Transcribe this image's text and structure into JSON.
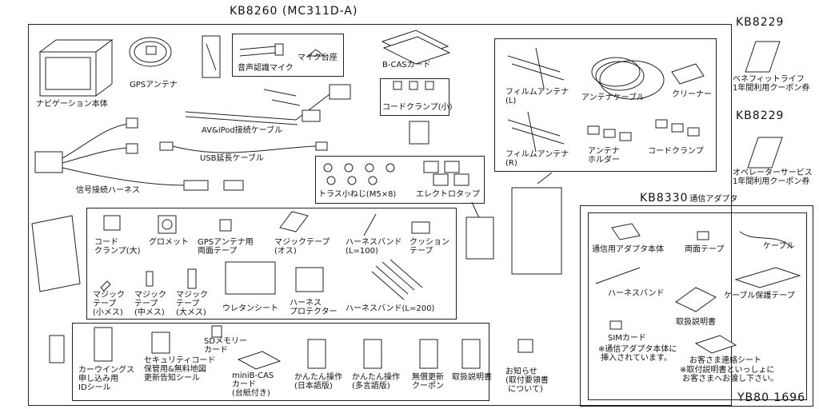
{
  "main_title": "KB8260 (MC311D-A)",
  "kb8229_a": {
    "code": "KB8229",
    "desc": "ベネフィットライフ\n1年間利用クーポン券"
  },
  "kb8229_b": {
    "code": "KB8229",
    "desc": "オペレーターサービス\n1年間利用クーポン券"
  },
  "kb8330": {
    "code": "KB8330",
    "suffix": "通信アダプタ"
  },
  "footer_code": "YB80 1696",
  "parts": {
    "nav_unit": "ナビゲーション本体",
    "gps_antenna": "GPSアンテナ",
    "voice_mic": "音声認識マイク",
    "mic_stand": "マイク台座",
    "bcas_card": "B-CASカード",
    "av_cable": "AV&iPod接続ケーブル",
    "usb_cable": "USB延長ケーブル",
    "signal_harness": "信号接続ハーネス",
    "cord_clamp_small": "コードクランプ(小)",
    "truss_screw": "トラス小ねじ(M5×8)",
    "electrotap": "エレクトロタップ",
    "film_antenna_l": "フィルムアンテナ\n(L)",
    "antenna_cable": "アンテナケーブル",
    "cleaner": "クリーナー",
    "film_antenna_r": "フィルムアンテナ\n(R)",
    "antenna_holder": "アンテナ\nホルダー",
    "cord_clamp": "コードクランプ"
  },
  "bag_parts": {
    "cord_clamp_large": "コード\nクランプ(大)",
    "grommet": "グロメット",
    "gps_tape": "GPSアンテナ用\n両面テープ",
    "magic_tape_male": "マジックテープ\n(オス)",
    "harness_band_100": "ハーネスバンド\n(L=100)",
    "cushion_tape": "クッション\nテープ",
    "magic_small": "マジック\nテープ\n(小メス)",
    "magic_medium": "マジック\nテープ\n(中メス)",
    "magic_large": "マジック\nテープ\n(大メス)",
    "urethane": "ウレタンシート",
    "harness_protector": "ハーネス\nプロテクター",
    "harness_band_200": "ハーネスバンド(L=200)"
  },
  "doc_parts": {
    "card_seal": "カーウイングス\n申し込み用\nIDシール",
    "security_code": "セキュリティコード\n保管用&無料地図\n更新告知シール",
    "sd_card": "SDメモリー\nカード",
    "minib_cas": "miniB-CAS\nカード\n(台紙付き)",
    "easy_ja": "かんたん操作\n(日本語版)",
    "easy_multi": "かんたん操作\n(多言語版)",
    "update_coupon": "無償更新\nクーポン",
    "manual": "取扱説明書",
    "notice": "お知らせ\n(取付要領書\n について)"
  },
  "adapter_parts": {
    "adapter_body": "通信用アダプタ本体",
    "double_tape": "両面テープ",
    "cable": "ケーブル",
    "harness_band": "ハーネスバンド",
    "cable_tape": "ケーブル保護テープ",
    "manual": "取扱説明書",
    "sim_card": "SIMカード",
    "sim_note": "※通信アダプタ本体に\n 挿入されています。",
    "contact_sheet": "お客さま連絡シート",
    "contact_note": "※取付説明書といっしょに\n お客さまへお渡し下さい。"
  }
}
